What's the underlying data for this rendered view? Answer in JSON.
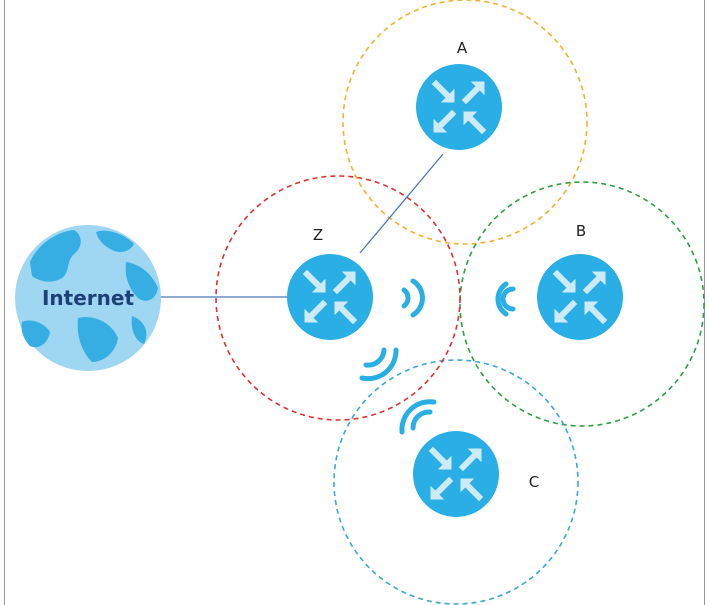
{
  "figure": {
    "caption": ""
  },
  "internet": {
    "label": "Internet",
    "globe_color": "#9fd6f2",
    "land_color": "#36aee3",
    "text_color": "#1f3f77"
  },
  "nodes": [
    {
      "id": "Z",
      "label": "Z",
      "coverage_color": "#e03030"
    },
    {
      "id": "A",
      "label": "A",
      "coverage_color": "#f0b330"
    },
    {
      "id": "B",
      "label": "B",
      "coverage_color": "#2e9e44"
    },
    {
      "id": "C",
      "label": "C",
      "coverage_color": "#39a7d8"
    }
  ],
  "links": [
    {
      "from": "Internet",
      "to": "Z",
      "type": "wired"
    },
    {
      "from": "Z",
      "to": "A",
      "type": "wired"
    },
    {
      "from": "Z",
      "to": "B",
      "type": "wireless"
    },
    {
      "from": "Z",
      "to": "C",
      "type": "wireless"
    }
  ],
  "colors": {
    "router_fill": "#29aee6",
    "router_arrows": "#cfeaf7",
    "wire": "#4a78b8",
    "wireless": "#29aee6",
    "frame": "#9a9a9a"
  },
  "icons": {
    "router": "router-icon",
    "globe": "globe-icon",
    "wireless": "wifi-signal-icon"
  }
}
